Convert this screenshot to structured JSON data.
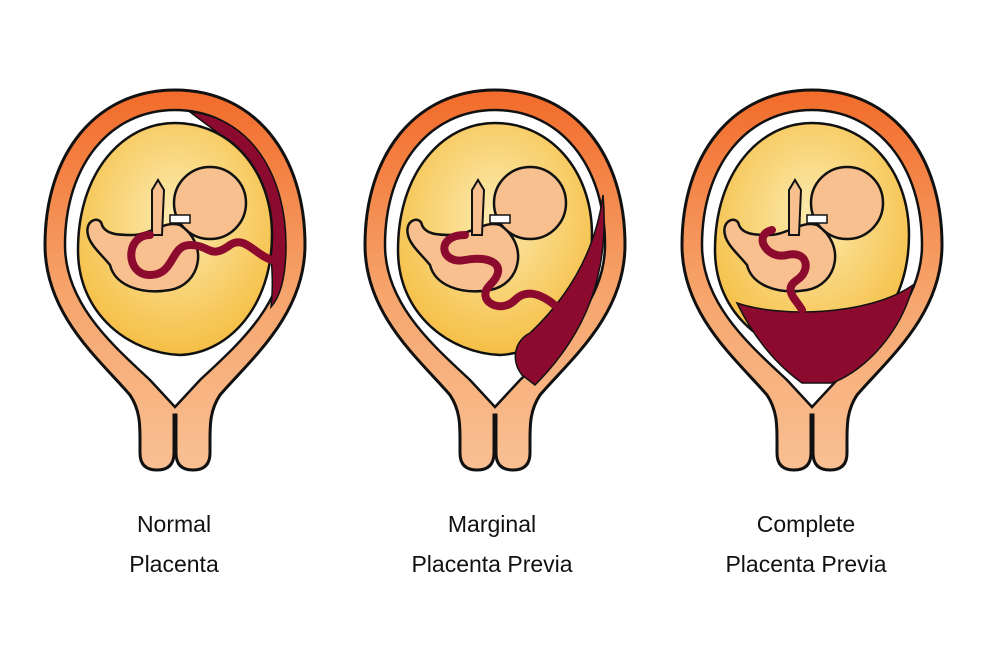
{
  "colors": {
    "uterus_outer": "#f26b2a",
    "uterus_inner": "#f9c093",
    "amniotic_sac": "#f6c24a",
    "fetus": "#f7c08e",
    "placenta": "#8b0a2e"
  },
  "figures": [
    {
      "line1": "Normal",
      "line2": "Placenta"
    },
    {
      "line1": "Marginal",
      "line2": "Placenta Previa"
    },
    {
      "line1": "Complete",
      "line2": "Placenta Previa"
    }
  ]
}
